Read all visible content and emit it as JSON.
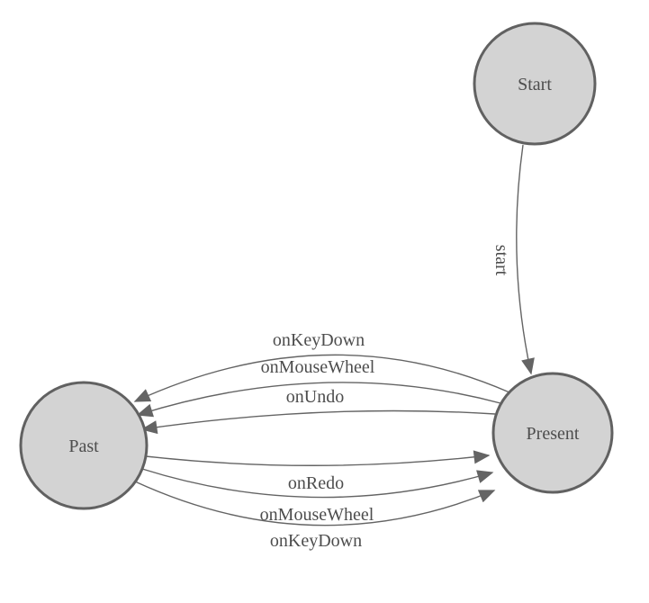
{
  "diagram": {
    "title": "state-machine-diagram",
    "colors": {
      "background": "#ffffff",
      "node_fill": "#d3d3d3",
      "node_stroke": "#616161",
      "edge_stroke": "#646464",
      "text": "#4d4d4d"
    },
    "nodes": [
      {
        "id": "start",
        "label": "Start"
      },
      {
        "id": "present",
        "label": "Present"
      },
      {
        "id": "past",
        "label": "Past"
      }
    ],
    "edges": [
      {
        "from": "start",
        "to": "present",
        "label": "start"
      },
      {
        "from": "present",
        "to": "past",
        "label": "onKeyDown"
      },
      {
        "from": "present",
        "to": "past",
        "label": "onMouseWheel"
      },
      {
        "from": "present",
        "to": "past",
        "label": "onUndo"
      },
      {
        "from": "past",
        "to": "present",
        "label": "onRedo"
      },
      {
        "from": "past",
        "to": "present",
        "label": "onMouseWheel"
      },
      {
        "from": "past",
        "to": "present",
        "label": "onKeyDown"
      }
    ]
  }
}
